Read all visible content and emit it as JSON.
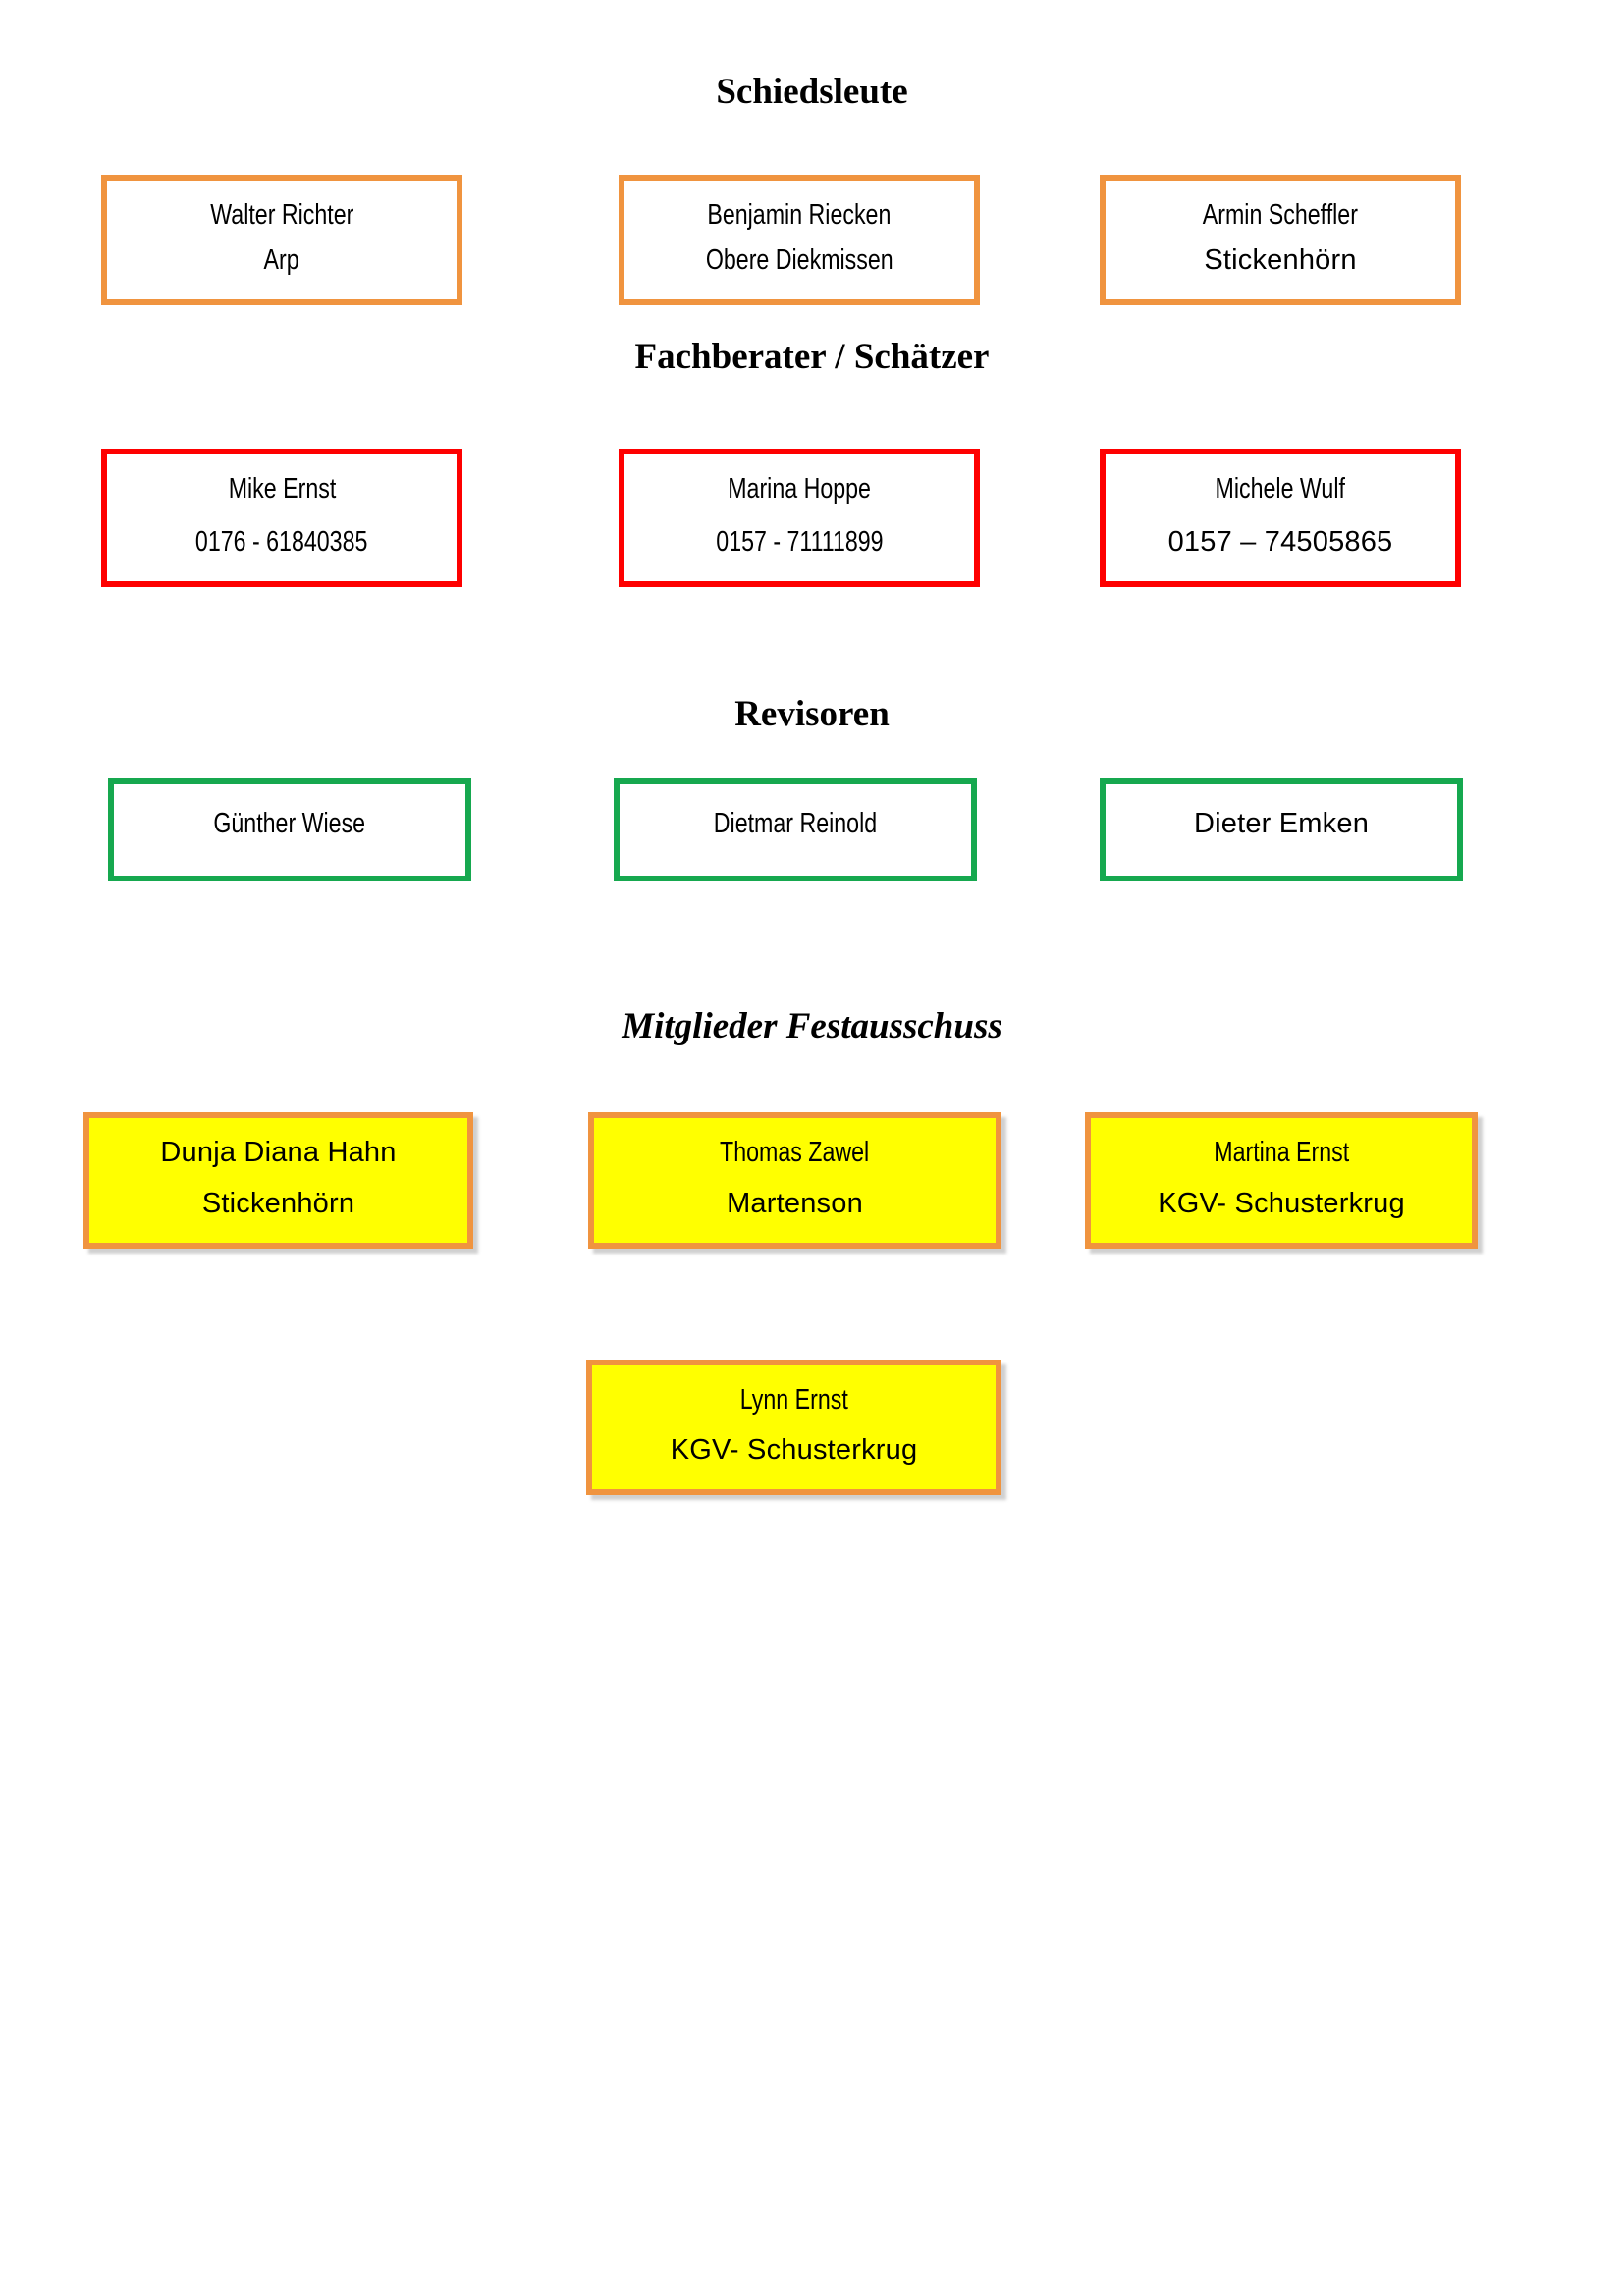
{
  "document": {
    "kind": "club-officials-sheet",
    "background": "#ffffff"
  },
  "colors": {
    "orange_border": "#F0943F",
    "red_border": "#FE0000",
    "green_border": "#16A84F",
    "yellow_fill": "#FFFF00",
    "text": "#000000"
  },
  "sections": [
    {
      "title": "Schiedsleute",
      "boxes": [
        {
          "line1": "Walter Richter",
          "line2": "Arp"
        },
        {
          "line1": "Benjamin Riecken",
          "line2": "Obere Diekmissen"
        },
        {
          "line1": "Armin Scheffler",
          "line2": "Stickenhörn"
        }
      ]
    },
    {
      "title": "Fachberater / Schätzer",
      "boxes": [
        {
          "line1": "Mike Ernst",
          "line2": "0176 - 61840385"
        },
        {
          "line1": "Marina Hoppe",
          "line2": "0157 - 71111899"
        },
        {
          "line1": "Michele Wulf",
          "line2": "0157 – 74505865"
        }
      ]
    },
    {
      "title": "Revisoren",
      "boxes": [
        {
          "line1": "Günther Wiese"
        },
        {
          "line1": "Dietmar Reinold"
        },
        {
          "line1": "Dieter Emken"
        }
      ]
    },
    {
      "title": "Mitglieder Festausschuss",
      "boxes": [
        {
          "line1": "Dunja Diana Hahn",
          "line2": "Stickenhörn"
        },
        {
          "line1": "Thomas Zawel",
          "line2": "Martenson"
        },
        {
          "line1": "Martina Ernst",
          "line2": "KGV- Schusterkrug"
        },
        {
          "line1": "Lynn Ernst",
          "line2": "KGV- Schusterkrug"
        }
      ]
    }
  ]
}
